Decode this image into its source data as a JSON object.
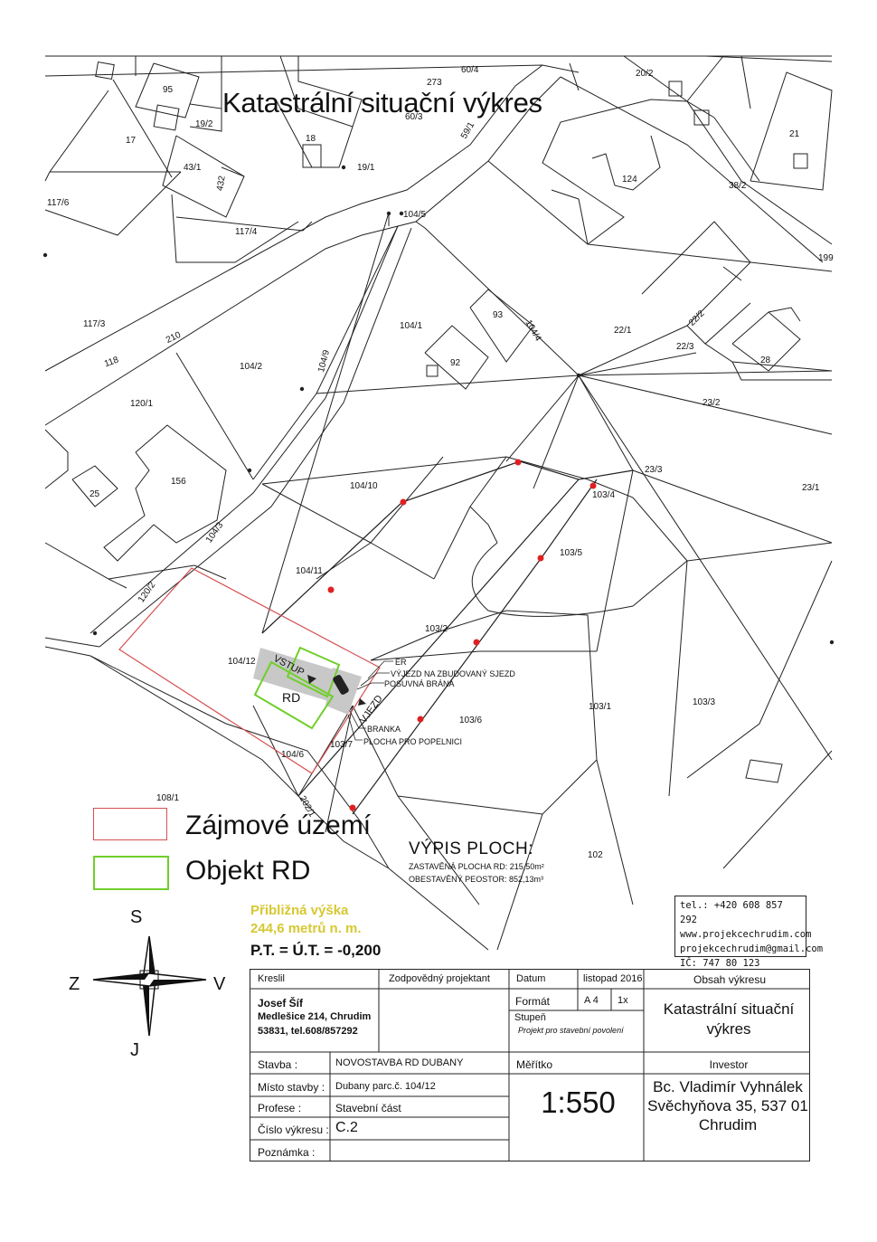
{
  "title": "Katastrální situační výkres",
  "parcels": [
    "60/4",
    "273",
    "20/2",
    "95",
    "19/2",
    "60/3",
    "17",
    "18",
    "59/1",
    "21",
    "43/1",
    "19/1",
    "124",
    "38/2",
    "117/6",
    "432",
    "104/5",
    "117/4",
    "199",
    "104/1",
    "93",
    "104/4",
    "22/1",
    "22/2",
    "117/3",
    "210",
    "92",
    "22/3",
    "28",
    "118",
    "104/2",
    "104/9",
    "23/2",
    "120/1",
    "25",
    "156",
    "104/10",
    "23/3",
    "103/4",
    "23/1",
    "104/3",
    "103/5",
    "104/11",
    "120/2",
    "103/2",
    "104/12",
    "103/6",
    "103/1",
    "103/3",
    "103/7",
    "104/6",
    "202/1",
    "102",
    "108/1"
  ],
  "map_labels": {
    "rd": "RD",
    "vstup": "VSTUP",
    "vjezd": "VJEZD",
    "er": "ER",
    "vyjezd": "VÝJEZD NA ZBUDOVANÝ SJEZD",
    "posuvna": "POSUVNÁ BRÁNA",
    "branka": "BRANKA",
    "popelnice": "PLOCHA PRO POPELNICI"
  },
  "legend": {
    "interest_area": "Zájmové území",
    "building": "Objekt RD",
    "interest_color": "#d45050",
    "building_color": "#6fcf2a"
  },
  "areas": {
    "heading": "VÝPIS PLOCH:",
    "row1": "ZASTAVĚNÁ PLOCHA RD:  215,50m²",
    "row2": "OBESTAVĚNÝ PEOSTOR:  852,13m³"
  },
  "height": {
    "line1": "Přibližná výška",
    "line2": "244,6 metrů n. m.",
    "pt": "P.T. = Ú.T. = -0,200",
    "color": "#d6c832"
  },
  "contact": {
    "phone": "tel.: +420 608 857 292",
    "web": "www.projekcechrudim.com",
    "email": "projekcechrudim@gmail.com",
    "ic": "IČ: 747 80 123"
  },
  "compass": {
    "s": "S",
    "j": "J",
    "z": "Z",
    "v": "V"
  },
  "titleblock": {
    "kreslil_l": "Kreslil",
    "zodp_l": "Zodpovědný projektant",
    "datum_l": "Datum",
    "datum_v": "listopad 2016",
    "obsah_l": "Obsah výkresu",
    "author1": "Josef Šíf",
    "author2": "Medlešice 214, Chrudim",
    "author3": "53831, tel.608/857292",
    "format_l": "Formát",
    "format_v": "A 4",
    "format_n": "1x",
    "stupen_l": "Stupeň",
    "stupen_v": "Projekt pro stavební povolení",
    "obsah_v1": "Katastrální situační",
    "obsah_v2": "výkres",
    "stavba_l": "Stavba :",
    "stavba_v": "NOVOSTAVBA RD DUBANY",
    "meritko_l": "Měřítko",
    "investor_l": "Investor",
    "misto_l": "Místo stavby :",
    "misto_v": "Dubany  parc.č. 104/12",
    "meritko_v": "1:550",
    "inv1": "Bc. Vladimír Vyhnálek",
    "inv2": "Svěchyňova 35, 537 01",
    "inv3": "Chrudim",
    "profese_l": "Profese :",
    "profese_v": "Stavební část",
    "cislo_l": "Číslo výkresu :",
    "cislo_v": "C.2",
    "poznamka_l": "Poznámka :"
  }
}
